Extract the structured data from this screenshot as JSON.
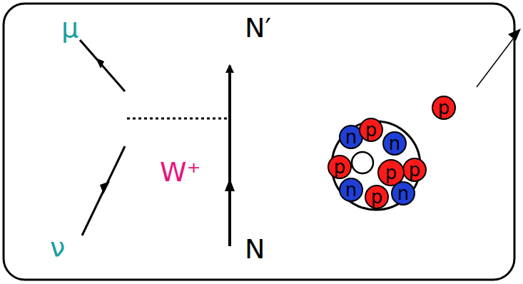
{
  "diagram": {
    "nodes": [
      {
        "text": [
          "n"
        ]
      },
      {
        "text": [
          "p"
        ]
      },
      {
        "text": [
          "n"
        ]
      },
      {
        "text": [
          "p"
        ]
      },
      {
        "text": [
          "p"
        ]
      },
      {
        "text": [
          "p"
        ]
      },
      {
        "text": [
          "n"
        ]
      },
      {
        "text": [
          "p"
        ]
      },
      {
        "text": [
          "n"
        ]
      },
      {
        "text": [
          "p"
        ]
      }
    ],
    "labels": [
      "μ",
      "ν",
      "W⁺",
      "N′",
      "N"
    ]
  }
}
